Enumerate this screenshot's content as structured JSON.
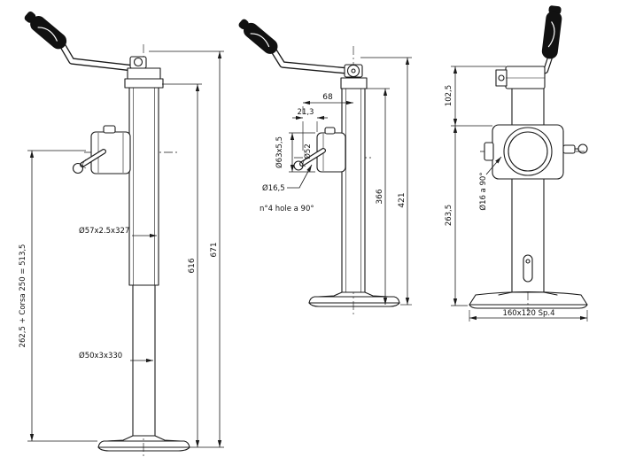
{
  "colors": {
    "background": "#ffffff",
    "line": "#1a1a1a"
  },
  "views": {
    "left": {
      "dims": {
        "stroke_formula": "262,5 + Corsa 250 = 513,5",
        "outer_tube": "Ø57x2.5x327",
        "inner_tube": "Ø50x3x330",
        "tube_height": "616",
        "overall_height": "671"
      }
    },
    "middle": {
      "dims": {
        "clamp_to_axis": "68",
        "pin_offset": "21,3",
        "clamp_tube": "Ø63x5,5",
        "tube_od": "Ø52",
        "hole_dia": "Ø16,5",
        "holes_note": "n°4 hole a 90°",
        "tube_height": "366",
        "overall_height": "421"
      }
    },
    "right": {
      "dims": {
        "upper_height": "102,5",
        "lower_height": "263,5",
        "holes": "Ø16 a 90°",
        "base_plate": "160x120 Sp.4"
      }
    }
  }
}
